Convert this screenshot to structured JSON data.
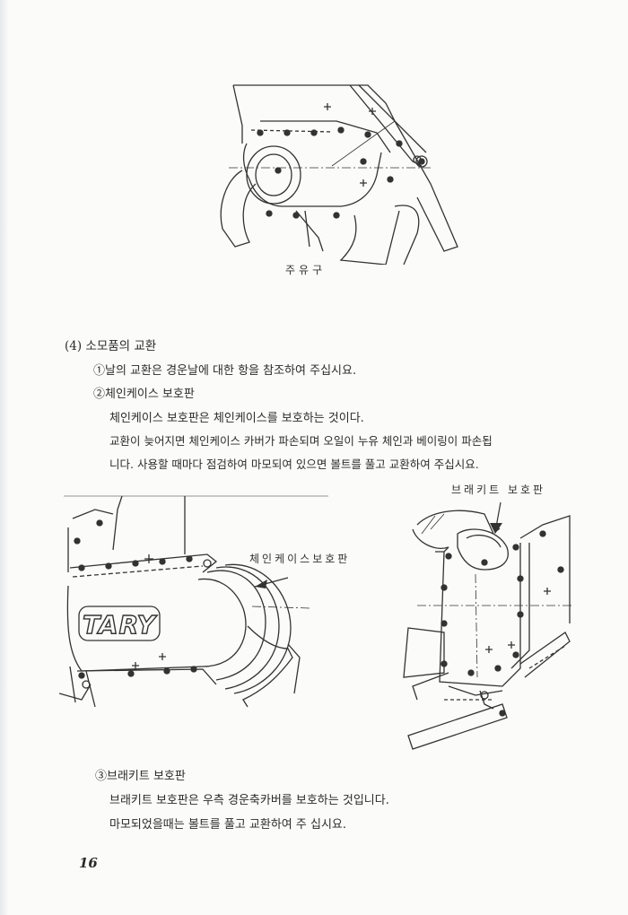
{
  "figure1": {
    "caption": "주유구"
  },
  "section": {
    "heading": "(4) 소모품의 교환",
    "item1": "①날의 교환은 경운날에 대한 항을 참조하여 주십시요.",
    "item2_title": "②체인케이스 보호판",
    "item2_lines": [
      "체인케이스 보호판은 체인케이스를 보호하는 것이다.",
      "교환이 늦어지면 체인케이스 카버가 파손되며 오일이 누유 체인과 베이링이 파손됩",
      "니다. 사용할 때마다 점검하여 마모되여 있으면 볼트를 풀고 교환하여 주십시요."
    ]
  },
  "figure2": {
    "callout": "체인케이스보호판",
    "logo_text": "TARY"
  },
  "figure3": {
    "callout": "브래키트 보호판"
  },
  "section3": {
    "item3_title": "③브래키트 보호판",
    "lines": [
      "브래키트 보호판은 우측 경운축카버를 보호하는 것입니다.",
      "마모되었을때는 볼트를 풀고 교환하여 주 십시요."
    ]
  },
  "page_number": "16"
}
